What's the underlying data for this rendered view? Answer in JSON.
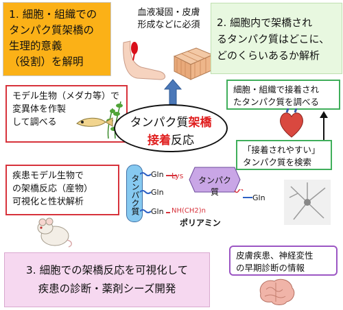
{
  "panel1": {
    "text": "1. 細胞・組織での\nタンパク質架橋の\n生理的意義\n（役割）を解明"
  },
  "panel2": {
    "text": "2. 細胞内で架橋され\nるタンパク質はどこに、\nどのくらいあるか解析"
  },
  "panel3": {
    "text": "3. 細胞での架橋反応を可視化して\n疾患の診断・薬剤シーズ開発"
  },
  "top_caption": {
    "text": "血液凝固・皮膚\n形成などに必須"
  },
  "model_box": {
    "text": "モデル生物（メダカ等）で\n変異体を作製\nして調べる"
  },
  "disease_box": {
    "text": "疾患モデル生物で\nの架橋反応（産物）\n可視化と性状解析"
  },
  "cell_box": {
    "text": "細胞・組織で接着され\nたタンパク質を調べる"
  },
  "search_box": {
    "text": "「接着されやすい」\nタンパク質を検索"
  },
  "skin_box": {
    "text": "皮膚疾患、神経変性\nの早期診断の情報"
  },
  "center": {
    "line1_a": "タンパク質",
    "line1_b": "架橋",
    "line2_a": "接着",
    "line2_b": "反応"
  },
  "reaction": {
    "left_protein": "タンパク質",
    "right_protein": "タンパク質",
    "gln1": "Gln",
    "lys": "Lys",
    "gln2": "Gln",
    "gln3": "Gln",
    "amine_formula": "NH(CH2)n",
    "polyamine": "ポリアミン",
    "gln_right": "Gln"
  },
  "colors": {
    "orange": "#fbb117",
    "green_panel": "#e8f8e0",
    "pink_panel": "#f6d8f0",
    "red_border": "#d7313a",
    "green_border": "#3fae5a",
    "purple_border": "#9b55c3",
    "protein_blue": "#86c9f0",
    "protein_purple": "#c9a6e6"
  },
  "icons": [
    "leg-wound-icon",
    "skin-tissue-icon",
    "medaka-fish-icon",
    "heart-icon",
    "mouse-icon",
    "neuron-icon",
    "brain-icon",
    "arrow-up-icon"
  ]
}
